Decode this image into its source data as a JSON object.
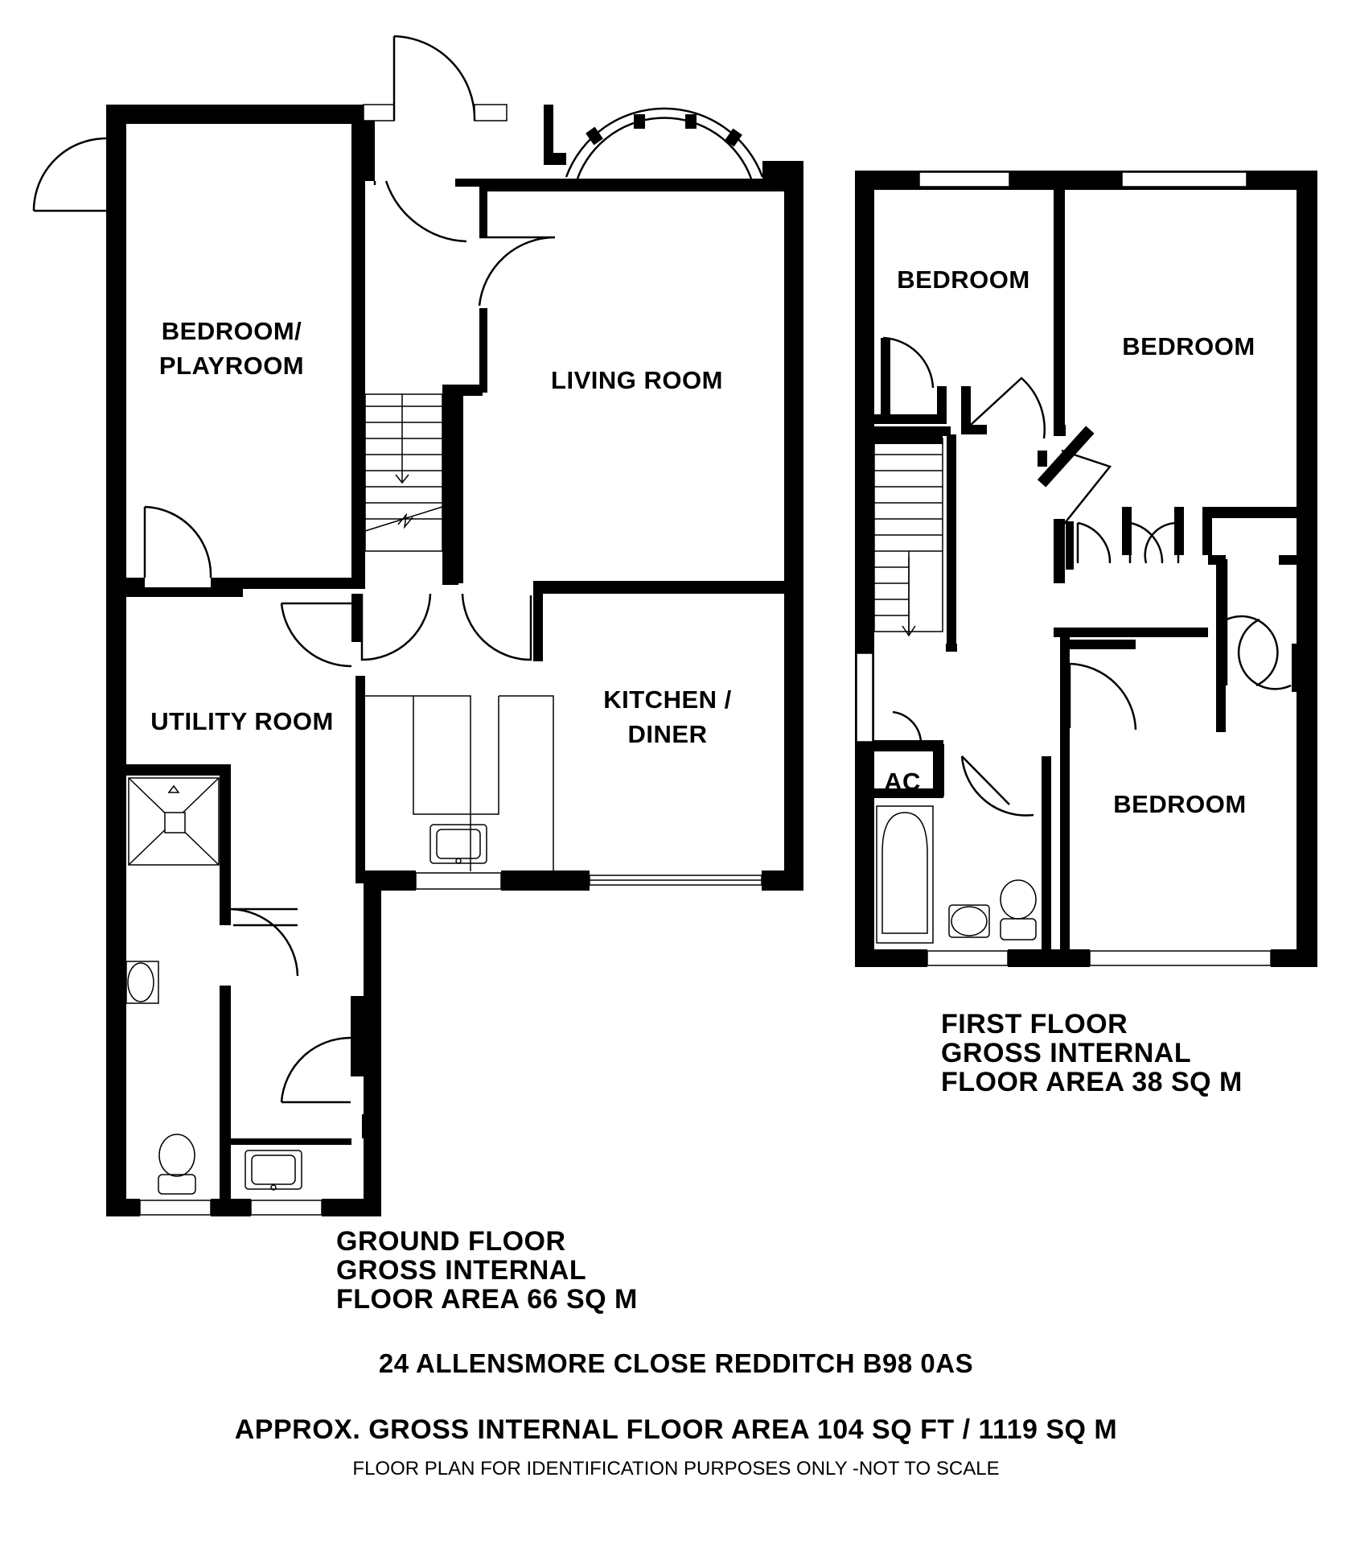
{
  "ground_floor": {
    "rooms": {
      "bedroom_playroom": [
        "BEDROOM/",
        "PLAYROOM"
      ],
      "living_room": "LIVING ROOM",
      "utility_room": "UTILITY ROOM",
      "kitchen_diner": [
        "KITCHEN /",
        "DINER"
      ]
    },
    "area_label": [
      "GROUND FLOOR",
      "GROSS INTERNAL",
      "FLOOR AREA 66 SQ M"
    ]
  },
  "first_floor": {
    "rooms": {
      "bedroom_small": "BEDROOM",
      "bedroom_large": "BEDROOM",
      "bedroom_rear": "BEDROOM",
      "airing_cupboard": "AC"
    },
    "area_label": [
      "FIRST FLOOR",
      "GROSS INTERNAL",
      "FLOOR AREA 38 SQ M"
    ]
  },
  "footer": {
    "address": "24 ALLENSMORE CLOSE REDDITCH B98 0AS",
    "approx_area": "APPROX. GROSS INTERNAL FLOOR AREA 104 SQ FT / 1119 SQ M",
    "disclaimer": "FLOOR PLAN FOR IDENTIFICATION PURPOSES ONLY -NOT TO SCALE"
  }
}
